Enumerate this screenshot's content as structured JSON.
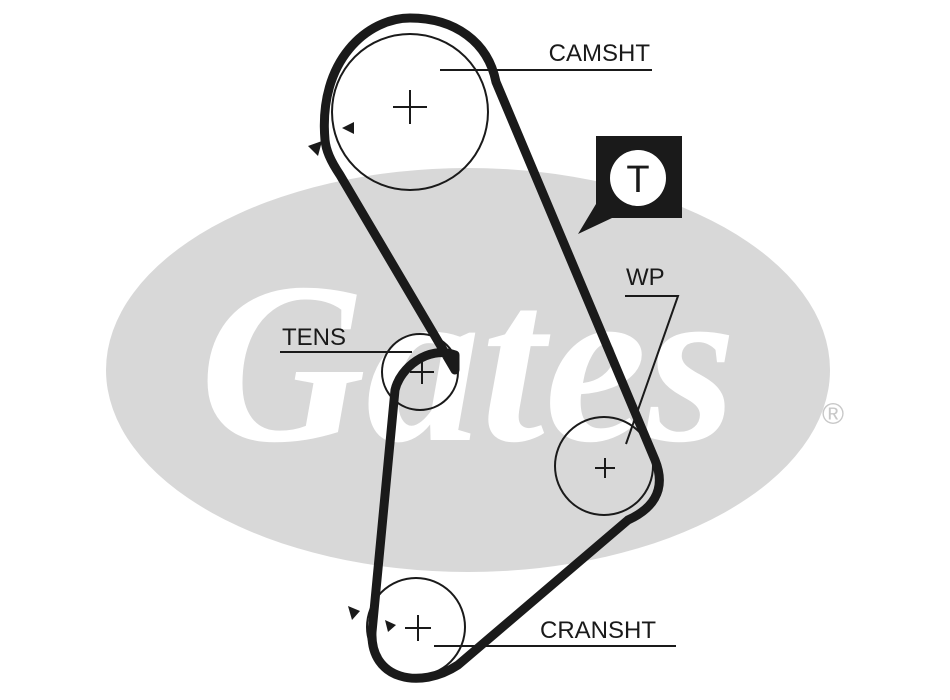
{
  "labels": {
    "camshaft": "CAMSHT",
    "tensioner": "TENS",
    "water_pump": "WP",
    "crankshaft": "CRANSHT"
  },
  "timing_badge": "T",
  "brand_logo": {
    "text": "Gates",
    "registered_mark": "®"
  },
  "colors": {
    "belt": "#1a1a1a",
    "logo_ellipse": "#d8d8d8",
    "badge": "#1a1a1a"
  }
}
